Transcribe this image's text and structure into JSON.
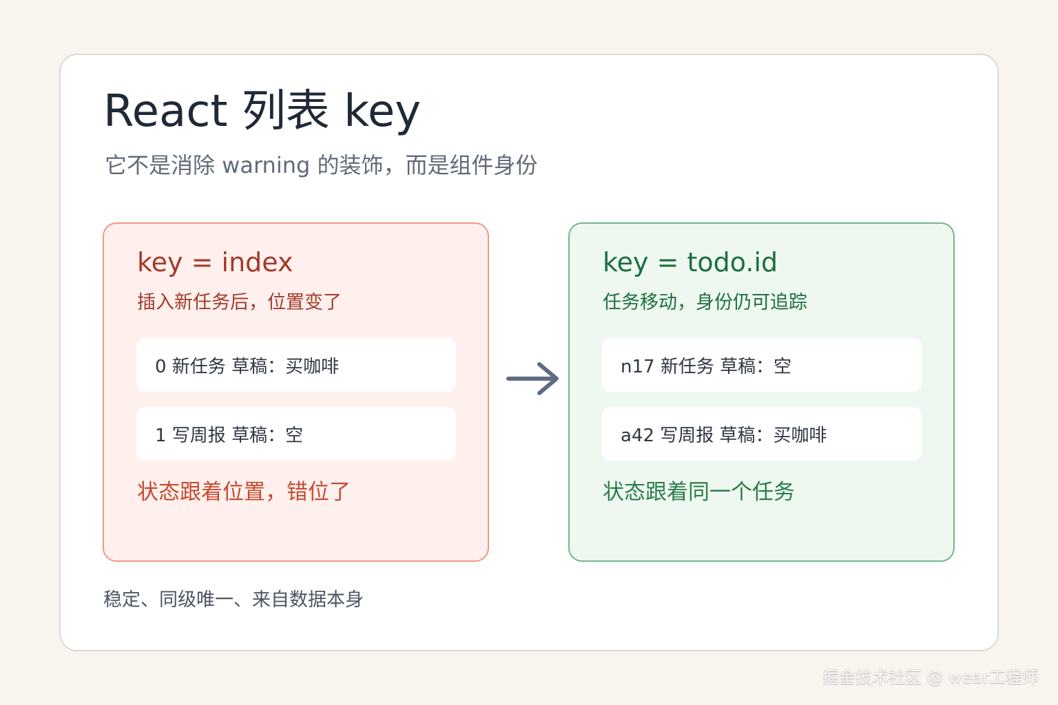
{
  "title": "React 列表 key",
  "subtitle": "它不是消除 warning 的装饰，而是组件身份",
  "left_panel": {
    "heading": "key = index",
    "description": "插入新任务后，位置变了",
    "items": [
      "0 新任务 草稿：买咖啡",
      "1 写周报 草稿：空"
    ],
    "note": "状态跟着位置，错位了",
    "accent": "#ee9a86"
  },
  "right_panel": {
    "heading": "key = todo.id",
    "description": "任务移动，身份仍可追踪",
    "items": [
      "n17 新任务 草稿：空",
      "a42 写周报 草稿：买咖啡"
    ],
    "note": "状态跟着同一个任务",
    "accent": "#72b68a"
  },
  "arrow_icon": "right-arrow-icon",
  "footer_note": "稳定、同级唯一、来自数据本身",
  "watermark": "掘金技术社区 @ wear工程师"
}
